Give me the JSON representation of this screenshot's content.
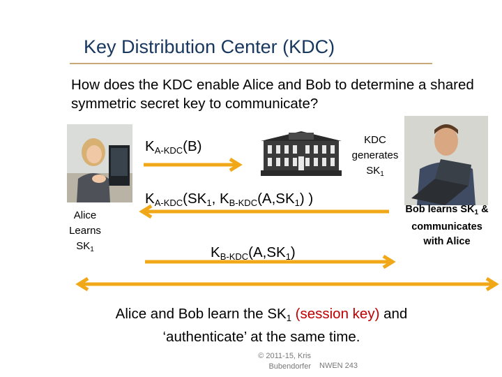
{
  "slide": {
    "title": "Key Distribution Center (KDC)",
    "question": "How does the KDC enable Alice and Bob to determine a shared symmetric secret key to communicate?"
  },
  "msg1": {
    "prefix": "K",
    "sub": "A-KDC",
    "suffix": "(B)"
  },
  "msg2": {
    "k1": "K",
    "k1_sub": "A-KDC",
    "part1": "(SK",
    "sk_sub": "1",
    "part2": ", K",
    "k2_sub": "B-KDC",
    "part3": "(A,SK",
    "sk_sub2": "1",
    "part4": ") )"
  },
  "msg3": {
    "prefix": "K",
    "sub": "B-KDC",
    "part1": "(A,SK",
    "sk_sub": "1",
    "part2": ")"
  },
  "kdc_note": {
    "line1": "KDC",
    "line2": "generates",
    "line3": "SK",
    "sub": "1"
  },
  "alice_note": {
    "line1": "Alice",
    "line2": "Learns",
    "line3": "SK",
    "sub": "1"
  },
  "bob_note": {
    "part1": "Bob learns  SK",
    "sub": "1",
    "part2": " &",
    "line2": "communicates",
    "line3": "with Alice"
  },
  "conclusion": {
    "part1": "Alice and Bob learn the SK",
    "sub": "1",
    "space": " ",
    "highlight": "(session key)",
    "part2": " and",
    "line2": "‘authenticate’ at the same time."
  },
  "footer": {
    "line1": "© 2011-15,  Kris",
    "line2": "Bubendorfer",
    "course": "NWEN 243"
  },
  "colors": {
    "arrow": "#f0a818",
    "title": "#17375e",
    "highlight": "#c00000"
  }
}
